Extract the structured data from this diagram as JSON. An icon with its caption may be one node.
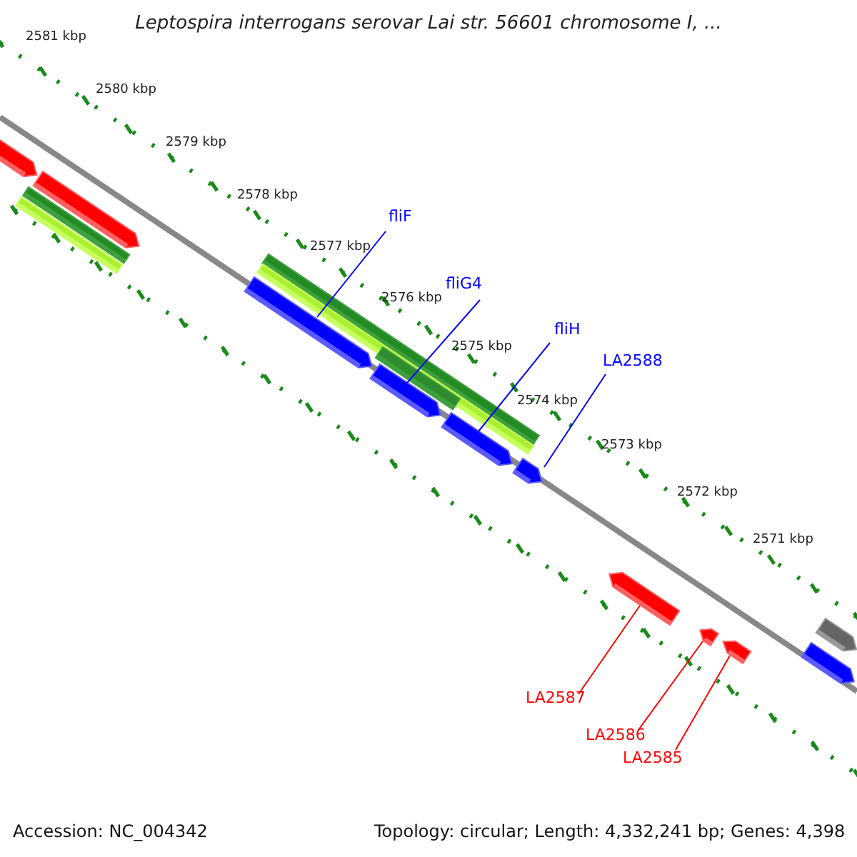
{
  "diagram": {
    "title": "Leptospira interrogans serovar Lai str. 56601 chromosome I, ...",
    "nodes": [
      {
        "text": [
          "fliF"
        ]
      },
      {
        "text": [
          "fliG4"
        ]
      },
      {
        "text": [
          "fliH"
        ]
      },
      {
        "text": [
          "LA2588"
        ]
      },
      {
        "text": [
          "LA2587"
        ]
      },
      {
        "text": [
          "LA2586"
        ]
      },
      {
        "text": [
          "LA2585"
        ]
      },
      {
        "text": [],
        "shape": "arrow"
      },
      {
        "text": [],
        "shape": "arrow"
      },
      {
        "text": [],
        "shape": "arrow"
      },
      {
        "text": [],
        "shape": "arrow"
      },
      {
        "text": [],
        "shape": "arrow"
      },
      {
        "text": [],
        "shape": "arrow"
      },
      {
        "text": [],
        "shape": "arrow"
      }
    ],
    "edges": [
      {
        "from": 0,
        "to": 7,
        "arrow": "none"
      },
      {
        "from": 1,
        "to": 8,
        "arrow": "none"
      },
      {
        "from": 2,
        "to": 9,
        "arrow": "none"
      },
      {
        "from": 3,
        "to": 10,
        "arrow": "none"
      },
      {
        "from": 4,
        "to": 11,
        "arrow": "none",
        "color": "#ff0000"
      },
      {
        "from": 5,
        "to": 12,
        "arrow": "none",
        "color": "#ff0000"
      },
      {
        "from": 6,
        "to": 13,
        "arrow": "none",
        "color": "#ff0000"
      }
    ],
    "labels": [
      "2581 kbp",
      "2580 kbp",
      "2579 kbp",
      "2578 kbp",
      "2577 kbp",
      "2576 kbp",
      "2575 kbp",
      "2574 kbp",
      "2573 kbp",
      "2572 kbp",
      "2571 kbp",
      "Accession: NC_004342",
      "Topology: circular; Length: 4,332,241 bp; Genes: 4,398"
    ]
  }
}
